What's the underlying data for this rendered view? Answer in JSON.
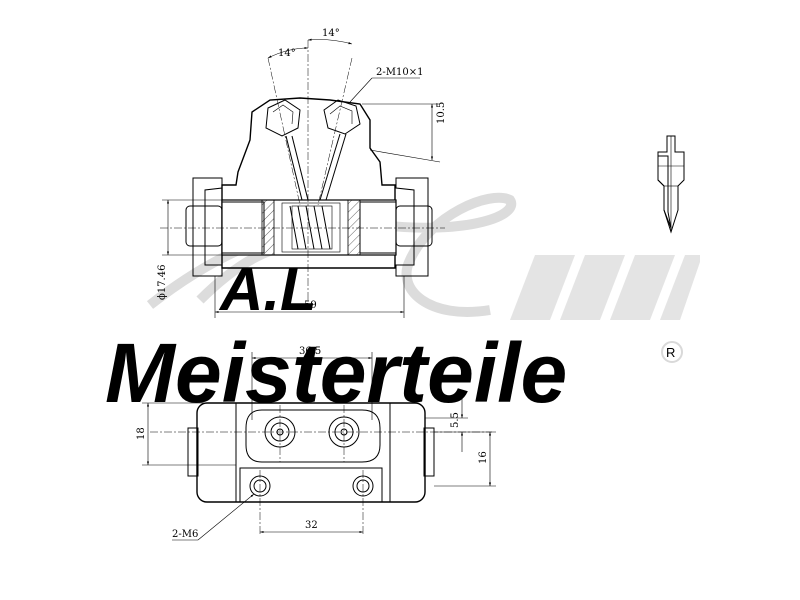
{
  "watermark": {
    "brand": "Meisterteile",
    "registered_mark": "R",
    "logo_text": "A.L"
  },
  "dimensions": {
    "angle_left": "14°",
    "angle_top": "14°",
    "thread_ports": "2-M10×1",
    "depth": "10.5",
    "bore_diameter": "ϕ17.46",
    "body_length": "59",
    "port_spacing": "36.5",
    "height_left": "18",
    "offset_right": "5.5",
    "height_right": "16",
    "mount_spacing": "32",
    "mount_threads": "2-M6"
  },
  "colors": {
    "line": "#000000",
    "watermark": "#d9d9d9"
  }
}
